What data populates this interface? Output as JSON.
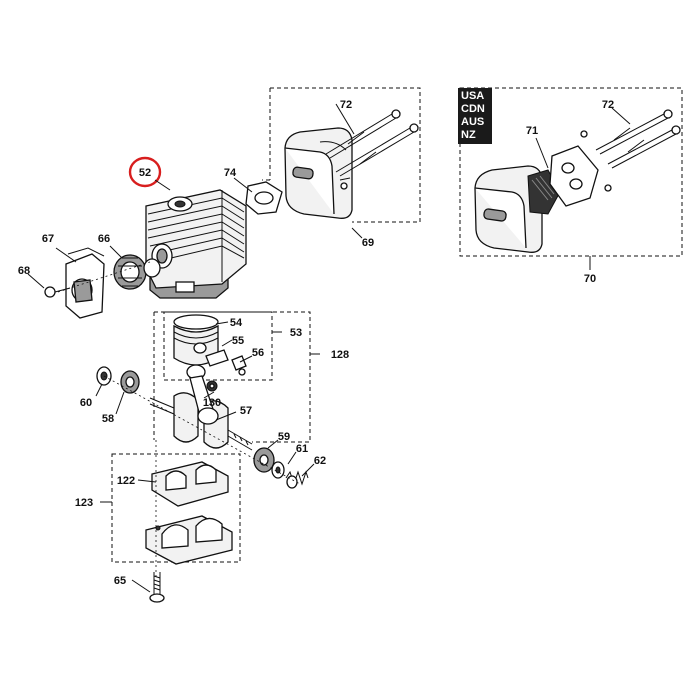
{
  "callouts": {
    "c52": "52",
    "c74": "74",
    "c72a": "72",
    "c69": "69",
    "c67": "67",
    "c66": "66",
    "c68": "68",
    "c54": "54",
    "c53": "53",
    "c55": "55",
    "c56": "56",
    "c128": "128",
    "c60": "60",
    "c58": "58",
    "c130": "130",
    "c57": "57",
    "c59": "59",
    "c61": "61",
    "c62": "62",
    "c122": "122",
    "c123": "123",
    "c65": "65",
    "c71": "71",
    "c72b": "72",
    "c70": "70"
  },
  "region_labels": [
    "USA",
    "CDN",
    "AUS",
    "NZ"
  ],
  "highlight": {
    "part": "52",
    "color": "#d81e1e"
  }
}
